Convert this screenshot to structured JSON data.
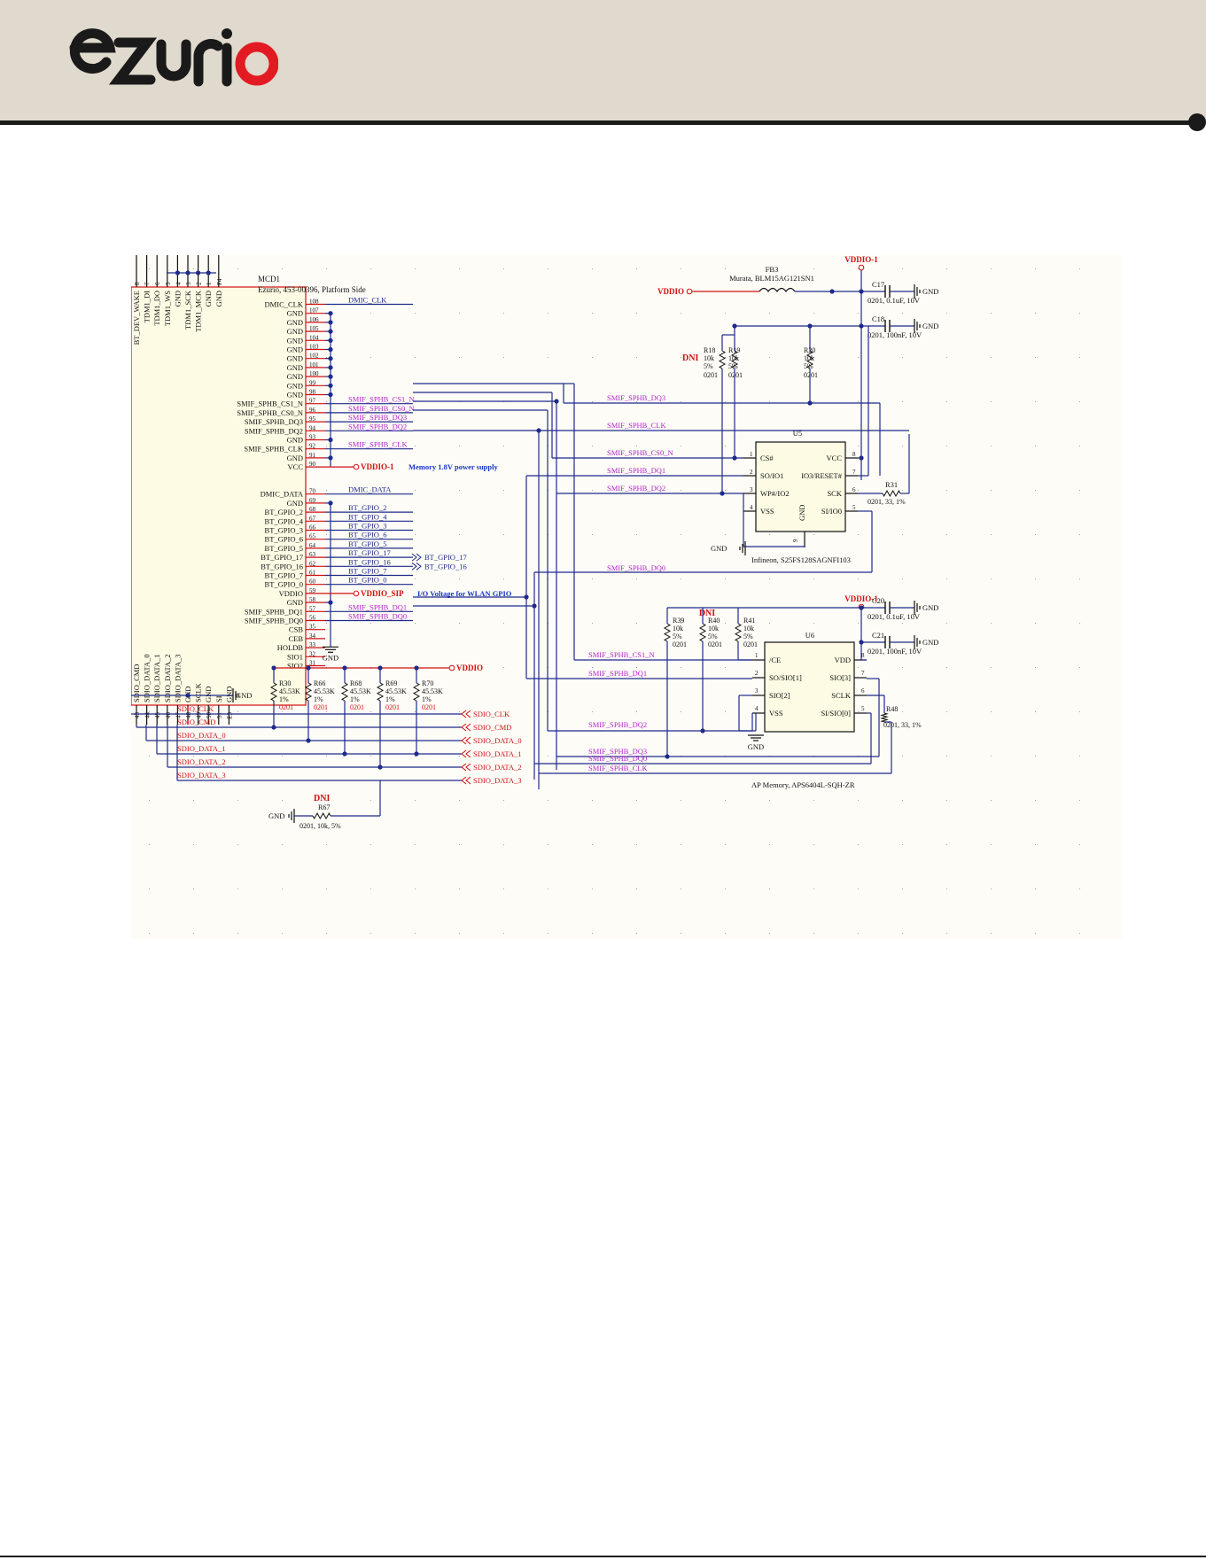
{
  "brand": {
    "logo_text": "ezurio"
  },
  "schematic": {
    "mcd1": {
      "ref": "MCD1",
      "desc": "Ezurio, 453-00396, Platform Side"
    },
    "top_pins": [
      {
        "name": "BT_DEV_WAKE",
        "num": "8"
      },
      {
        "name": "TDM1_DI",
        "num": "7"
      },
      {
        "name": "TDM1_DO",
        "num": "6"
      },
      {
        "name": "TDM1_WS",
        "num": "5"
      },
      {
        "name": "GND",
        "num": "4"
      },
      {
        "name": "TDM1_SCK",
        "num": "3"
      },
      {
        "name": "TDM1_MCK",
        "num": "2"
      },
      {
        "name": "GND",
        "num": "1"
      },
      {
        "name": "GND",
        "num": "F4"
      }
    ],
    "right_pins": [
      {
        "name": "DMIC_CLK",
        "num": "108",
        "net": "DMIC_CLK"
      },
      {
        "name": "GND",
        "num": "107",
        "net": ""
      },
      {
        "name": "GND",
        "num": "106",
        "net": ""
      },
      {
        "name": "GND",
        "num": "105",
        "net": ""
      },
      {
        "name": "GND",
        "num": "104",
        "net": ""
      },
      {
        "name": "GND",
        "num": "103",
        "net": ""
      },
      {
        "name": "GND",
        "num": "102",
        "net": ""
      },
      {
        "name": "GND",
        "num": "101",
        "net": ""
      },
      {
        "name": "GND",
        "num": "100",
        "net": ""
      },
      {
        "name": "GND",
        "num": "99",
        "net": ""
      },
      {
        "name": "GND",
        "num": "98",
        "net": ""
      },
      {
        "name": "SMIF_SPHB_CS1_N",
        "num": "97",
        "net": "SMIF_SPHB_CS1_N"
      },
      {
        "name": "SMIF_SPHB_CS0_N",
        "num": "96",
        "net": "SMIF_SPHB_CS0_N"
      },
      {
        "name": "SMIF_SPHB_DQ3",
        "num": "95",
        "net": "SMIF_SPHB_DQ3"
      },
      {
        "name": "SMIF_SPHB_DQ2",
        "num": "94",
        "net": "SMIF_SPHB_DQ2"
      },
      {
        "name": "GND",
        "num": "93",
        "net": ""
      },
      {
        "name": "SMIF_SPHB_CLK",
        "num": "92",
        "net": "SMIF_SPHB_CLK"
      },
      {
        "name": "GND",
        "num": "91",
        "net": ""
      },
      {
        "name": "VCC",
        "num": "90",
        "net": ""
      },
      {
        "name": "",
        "num": "",
        "net": ""
      },
      {
        "name": "",
        "num": "",
        "net": ""
      },
      {
        "name": "DMIC_DATA",
        "num": "70",
        "net": "DMIC_DATA"
      },
      {
        "name": "GND",
        "num": "69",
        "net": ""
      },
      {
        "name": "BT_GPIO_2",
        "num": "68",
        "net": "BT_GPIO_2"
      },
      {
        "name": "BT_GPIO_4",
        "num": "67",
        "net": "BT_GPIO_4"
      },
      {
        "name": "BT_GPIO_3",
        "num": "66",
        "net": "BT_GPIO_3"
      },
      {
        "name": "BT_GPIO_6",
        "num": "65",
        "net": "BT_GPIO_6"
      },
      {
        "name": "BT_GPIO_5",
        "num": "64",
        "net": "BT_GPIO_5"
      },
      {
        "name": "BT_GPIO_17",
        "num": "63",
        "net": "BT_GPIO_17"
      },
      {
        "name": "BT_GPIO_16",
        "num": "62",
        "net": "BT_GPIO_16"
      },
      {
        "name": "BT_GPIO_7",
        "num": "61",
        "net": "BT_GPIO_7"
      },
      {
        "name": "BT_GPIO_0",
        "num": "60",
        "net": "BT_GPIO_0"
      },
      {
        "name": "VDDIO",
        "num": "59",
        "net": ""
      },
      {
        "name": "GND",
        "num": "58",
        "net": ""
      },
      {
        "name": "SMIF_SPHB_DQ1",
        "num": "57",
        "net": "SMIF_SPHB_DQ1"
      },
      {
        "name": "SMIF_SPHB_DQ0",
        "num": "56",
        "net": "SMIF_SPHB_DQ0"
      },
      {
        "name": "CSB",
        "num": "35",
        "net": ""
      },
      {
        "name": "CEB",
        "num": "34",
        "net": ""
      },
      {
        "name": "HOLDB",
        "num": "33",
        "net": ""
      },
      {
        "name": "SIO1",
        "num": "32",
        "net": ""
      },
      {
        "name": "SIO2",
        "num": "31",
        "net": ""
      }
    ],
    "bottom_pins": [
      {
        "name": "SDIO_CMD",
        "num": "43"
      },
      {
        "name": "SDIO_DATA_0",
        "num": "44"
      },
      {
        "name": "SDIO_DATA_1",
        "num": "45"
      },
      {
        "name": "SDIO_DATA_2",
        "num": "46"
      },
      {
        "name": "SDIO_DATA_3",
        "num": "47"
      },
      {
        "name": "GND",
        "num": "48"
      },
      {
        "name": "SCLK",
        "num": "49"
      },
      {
        "name": "GND",
        "num": "50"
      },
      {
        "name": "SI",
        "num": "51"
      },
      {
        "name": "GND",
        "num": "E3"
      }
    ],
    "ports": [
      {
        "label": "VDDIO-1",
        "note": "Memory 1.8V power supply"
      },
      {
        "label": "VDDIO_SIP",
        "note": "I/O Voltage for WLAN GPIO"
      }
    ],
    "gpio_out": [
      "BT_GPIO_17",
      "BT_GPIO_16"
    ],
    "gnd_label": "GND",
    "pullups": {
      "net": "VDDIO",
      "resistors": [
        {
          "ref": "R30",
          "value": "45.53K",
          "tol": "1%",
          "pkg": "0201"
        },
        {
          "ref": "R66",
          "value": "45.53K",
          "tol": "1%",
          "pkg": "0201"
        },
        {
          "ref": "R68",
          "value": "45.53K",
          "tol": "1%",
          "pkg": "0201"
        },
        {
          "ref": "R69",
          "value": "45.53K",
          "tol": "1%",
          "pkg": "0201"
        },
        {
          "ref": "R70",
          "value": "45.53K",
          "tol": "1%",
          "pkg": "0201"
        }
      ]
    },
    "sdio_nets": [
      "SDIO_CLK",
      "SDIO_CMD",
      "SDIO_DATA_0",
      "SDIO_DATA_1",
      "SDIO_DATA_2",
      "SDIO_DATA_3"
    ],
    "r67": {
      "dni": "DNI",
      "ref": "R67",
      "spec": "0201, 10k, 5%"
    },
    "fb3": {
      "ref": "FB3",
      "desc": "Murata, BLM15AG121SN1",
      "in": "VDDIO",
      "out": "VDDIO-1"
    },
    "caps_top": [
      {
        "ref": "C17",
        "spec": "0201, 0.1uF, 10V"
      },
      {
        "ref": "C18",
        "spec": "0201, 100nF, 10V"
      }
    ],
    "u5_pullups": {
      "dni": "DNI",
      "resistors": [
        {
          "ref": "R18",
          "value": "10k",
          "tol": "5%",
          "pkg": "0201"
        },
        {
          "ref": "R19",
          "value": "10k",
          "tol": "5%",
          "pkg": "0201"
        },
        {
          "ref": "R20",
          "value": "10k",
          "tol": "5%",
          "pkg": "0201"
        }
      ]
    },
    "u5": {
      "ref": "U5",
      "desc": "Infineon, S25FS128SAGNFI103",
      "left_pins": [
        {
          "num": "1",
          "name": "CS#"
        },
        {
          "num": "2",
          "name": "SO/IO1"
        },
        {
          "num": "3",
          "name": "WP#/IO2"
        },
        {
          "num": "4",
          "name": "VSS"
        }
      ],
      "right_pins": [
        {
          "num": "8",
          "name": "VCC"
        },
        {
          "num": "7",
          "name": "IO3/RESET#"
        },
        {
          "num": "6",
          "name": "SCK"
        },
        {
          "num": "5",
          "name": "SI/IO0"
        }
      ],
      "bottom_pin": {
        "num": "9",
        "name": "GND"
      },
      "nets": [
        "SMIF_SPHB_DQ3",
        "SMIF_SPHB_CLK",
        "SMIF_SPHB_CS0_N",
        "SMIF_SPHB_DQ1",
        "SMIF_SPHB_DQ2",
        "SMIF_SPHB_DQ0"
      ]
    },
    "r31": {
      "ref": "R31",
      "spec": "0201, 33, 1%"
    },
    "u6_top": {
      "power": "VDDIO-1",
      "dni": "DNI"
    },
    "caps_u6": [
      {
        "ref": "C20",
        "spec": "0201, 0.1uF, 10V"
      },
      {
        "ref": "C21",
        "spec": "0201, 100nF, 10V"
      }
    ],
    "u6_pullups": [
      {
        "ref": "R39",
        "value": "10k",
        "tol": "5%",
        "pkg": "0201"
      },
      {
        "ref": "R40",
        "value": "10k",
        "tol": "5%",
        "pkg": "0201"
      },
      {
        "ref": "R41",
        "value": "10k",
        "tol": "5%",
        "pkg": "0201"
      }
    ],
    "u6": {
      "ref": "U6",
      "desc": "AP Memory, APS6404L-SQH-ZR",
      "left_pins": [
        {
          "num": "1",
          "name": "/CE"
        },
        {
          "num": "2",
          "name": "SO/SIO[1]"
        },
        {
          "num": "3",
          "name": "SIO[2]"
        },
        {
          "num": "4",
          "name": "VSS"
        }
      ],
      "right_pins": [
        {
          "num": "8",
          "name": "VDD"
        },
        {
          "num": "7",
          "name": "SIO[3]"
        },
        {
          "num": "6",
          "name": "SCLK"
        },
        {
          "num": "5",
          "name": "SI/SIO[0]"
        }
      ],
      "nets": [
        "SMIF_SPHB_CS1_N",
        "SMIF_SPHB_DQ1",
        "SMIF_SPHB_DQ2",
        "SMIF_SPHB_DQ3",
        "SMIF_SPHB_DQ0",
        "SMIF_SPHB_CLK"
      ]
    },
    "r48": {
      "ref": "R48",
      "spec": "0201, 33, 1%"
    },
    "colors": {
      "wire": "#1f2a8a",
      "net": "#b026c9",
      "power": "#d01010",
      "part": "#101010",
      "note": "#1a36c8",
      "dni": "#d01010"
    }
  }
}
